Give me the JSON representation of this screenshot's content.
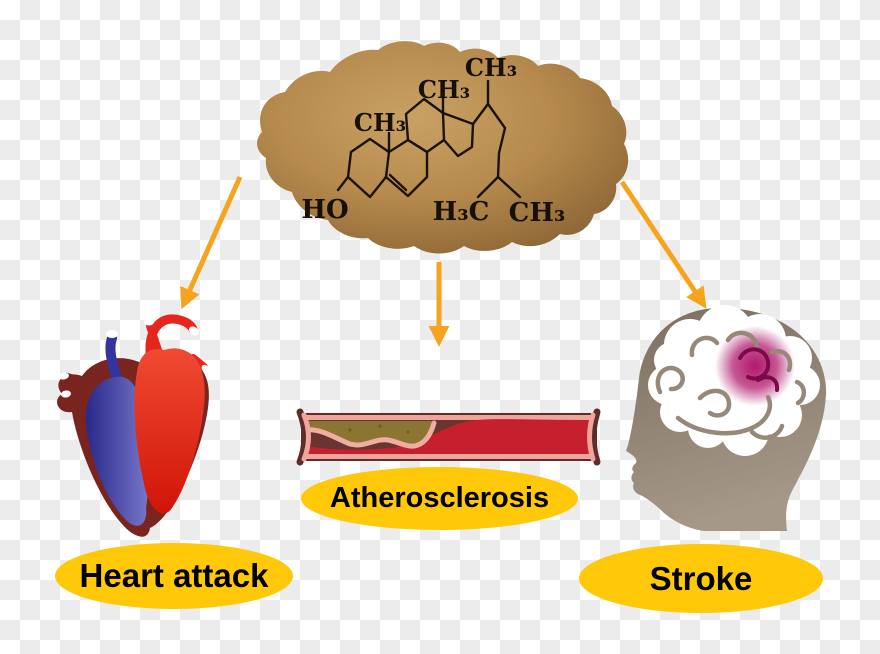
{
  "diagram_title": "Cholesterol health risks diagram",
  "molecule": {
    "name": "cholesterol-skeletal-structure",
    "labels": {
      "ring_ch3": "CH₃",
      "mid_ch3": "CH₃",
      "top_ch3": "CH₃",
      "ho": "HO",
      "h3c": "H₃C",
      "bottom_ch3": "CH₃"
    }
  },
  "outcomes": [
    {
      "id": "heart-attack",
      "label": "Heart attack"
    },
    {
      "id": "atherosclerosis",
      "label": "Atherosclerosis"
    },
    {
      "id": "stroke",
      "label": "Stroke"
    }
  ],
  "figures": [
    {
      "name": "cholesterol-blob",
      "description": "brown organic blob containing cholesterol structure"
    },
    {
      "name": "heart-illustration",
      "description": "red and blue anatomical heart"
    },
    {
      "name": "artery-illustration",
      "description": "blood vessel with plaque buildup"
    },
    {
      "name": "head-brain-illustration",
      "description": "head silhouette with brain and stroke spot"
    },
    {
      "name": "arrow-left"
    },
    {
      "name": "arrow-middle"
    },
    {
      "name": "arrow-right"
    }
  ],
  "colors": {
    "checker_gray": "#ececec",
    "blob_light": "#c9a164",
    "blob_dark": "#886233",
    "molecule_line": "#1b1206",
    "arrow_orange": "#f6a41e",
    "label_ellipse_yellow": "#ffc90a",
    "heart_red": "#e8251c",
    "heart_blue": "#34349c",
    "heart_maroon": "#7a2420",
    "vessel_pink": "#efa49c",
    "vessel_maroon": "#6b3430",
    "blood_red": "#c6202e",
    "plaque_khaki": "#8c7532",
    "head_taupe": "#8d7f6f",
    "brain_swirl": "#97897a",
    "stroke_magenta": "#ac0e66"
  }
}
